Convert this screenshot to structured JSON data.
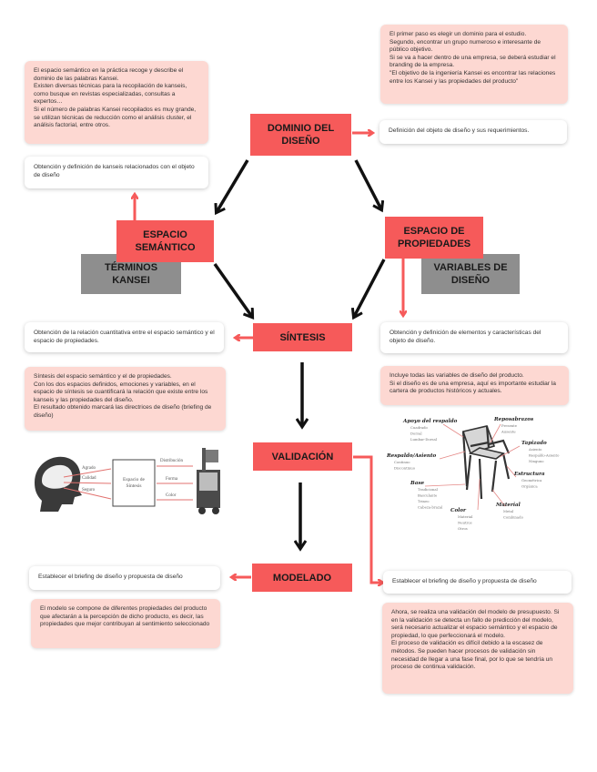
{
  "nodes": {
    "dominio": "DOMINIO DEL\nDISEÑO",
    "espacio_semantico": "ESPACIO\nSEMÁNTICO",
    "terminos_kansei": "TÉRMINOS\nKANSEI",
    "espacio_propiedades": "ESPACIO DE\nPROPIEDADES",
    "variables_diseno": "VARIABLES DE\nDISEÑO",
    "sintesis": "SÍNTESIS",
    "validacion": "VALIDACIÓN",
    "modelado": "MODELADO"
  },
  "notes": {
    "top_right_pink": "El primer paso es elegir un dominio para el estudio.\nSegundo, encontrar un grupo numeroso e interesante de público objetivo.\nSi se va a hacer dentro de una empresa, se deberá estudiar el branding de la empresa.\n\"El objetivo de la ingeniería Kansei es encontrar las relaciones entre los Kansei y las propiedades del producto\"",
    "top_left_pink": "El espacio semántico en la práctica recoge y describe el dominio de las palabras Kansei.\nExisten diversas técnicas para la recopilación de kanseis, como busque en revistas especializadas, consultas a expertos…\nSi el número de palabras Kansei recopilados es muy grande, se utilizan técnicas de reducción como el análisis cluster, el análisis factorial, entre otros.",
    "dominio_def": "Definición del objeto de diseño y sus requerimientos.",
    "kansei_def": "Obtención y definición de kanseis relacionados con el objeto de diseño",
    "sintesis_def": "Obtención de la relación cuantitativa entre el espacio semántico y el espacio de propiedades.",
    "propiedades_def": "Obtención y definición de elementos y características del objeto de diseño.",
    "sintesis_detail": "Síntesis del espacio semántico y el de propiedades.\nCon los dos espacios definidos, emociones y variables, en el espacio de síntesis se cuantificará la relación que existe entre los kanseis y las propiedades del diseño.\nEl resultado obtenido marcará las directrices de diseño (briefing de diseño)",
    "variables_detail": "Incluye todas las variables de diseño del producto.\nSi el diseño es de una empresa, aquí es importante estudiar la cartera de productos históricos y actuales.",
    "modelado_left": "Establecer el briefing de diseño y propuesta de diseño",
    "modelado_detail": "El modelo se compone de diferentes propiedades del producto que afectarán a la percepción de dicho producto, es decir, las propiedades que mejor contribuyan al sentimiento seleccionado",
    "validacion_right": "Establecer el briefing de diseño y propuesta de diseño",
    "validacion_detail": "Ahora, se realiza una validación del modelo de presupuesto. Si en la validación se detecta un fallo de predicción del modelo, será necesario actualizar el espacio semántico y el espacio de propiedad, lo que perfeccionará el modelo.\nEl proceso de validación es difícil debido a la escasez de métodos. Se pueden hacer procesos de validación sin necesidad de llegar a una fase final, por lo que se tendría un proceso de continua validación."
  },
  "synthesis_figure": {
    "inputs": [
      "Agrado",
      "Calidad",
      "Seguro"
    ],
    "center": "Espacio de\nSíntesis",
    "outputs": [
      "Distribución",
      "Forma",
      "Color"
    ]
  },
  "chair_figure": {
    "labels": [
      {
        "title": "Apoyo del respaldo",
        "items": [
          "Cuadrado",
          "Dorsal",
          "Lumbar-Dorsal"
        ]
      },
      {
        "title": "Respaldo/Asiento",
        "items": [
          "Continuo",
          "Discontinuo"
        ]
      },
      {
        "title": "Base",
        "items": [
          "Tradicional",
          "Basculante",
          "Trineo",
          "Cabeza-brazal"
        ]
      },
      {
        "title": "Color",
        "items": [
          "Material",
          "Neutros",
          "Otros"
        ]
      },
      {
        "title": "Reposabrazos",
        "items": [
          "Presente",
          "Ausente"
        ]
      },
      {
        "title": "Tapizado",
        "items": [
          "Asiento",
          "Respaldo-Asiento",
          "Ninguno"
        ]
      },
      {
        "title": "Estructura",
        "items": [
          "Geométrica",
          "Orgánica"
        ]
      },
      {
        "title": "Material",
        "items": [
          "Metal",
          "Combinado"
        ]
      }
    ]
  },
  "colors": {
    "node_red": "#f65a5a",
    "node_grey": "#8e8e8e",
    "note_pink": "#fdd8d2",
    "connector_red": "#f65a5a",
    "arrow_black": "#111111"
  }
}
